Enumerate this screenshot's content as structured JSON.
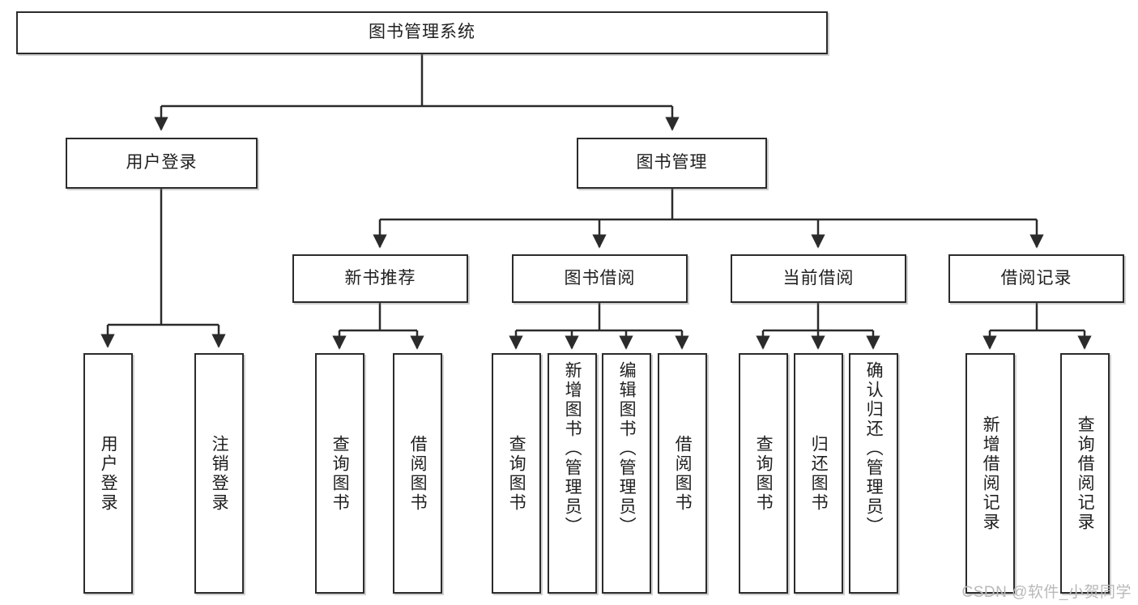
{
  "diagram": {
    "type": "tree",
    "title": "图书管理系统",
    "root": {
      "id": "root",
      "label": "图书管理系统"
    },
    "level2": [
      {
        "id": "user-login",
        "label": "用户登录"
      },
      {
        "id": "book-manage",
        "label": "图书管理"
      }
    ],
    "level3": [
      {
        "id": "new-book-rec",
        "label": "新书推荐"
      },
      {
        "id": "book-borrow",
        "label": "图书借阅"
      },
      {
        "id": "current-borrow",
        "label": "当前借阅"
      },
      {
        "id": "borrow-record",
        "label": "借阅记录"
      }
    ],
    "leaves": {
      "user_login": [
        {
          "id": "leaf-user-login",
          "label": "用户登录"
        },
        {
          "id": "leaf-logout",
          "label": "注销登录"
        }
      ],
      "new_book_rec": [
        {
          "id": "leaf-query-book-1",
          "label": "查询图书"
        },
        {
          "id": "leaf-borrow-book-1",
          "label": "借阅图书"
        }
      ],
      "book_borrow": [
        {
          "id": "leaf-query-book-2",
          "label": "查询图书"
        },
        {
          "id": "leaf-add-book",
          "label": "新增图书（管理员）"
        },
        {
          "id": "leaf-edit-book",
          "label": "编辑图书（管理员）"
        },
        {
          "id": "leaf-borrow-book-2",
          "label": "借阅图书"
        }
      ],
      "current_borrow": [
        {
          "id": "leaf-query-book-3",
          "label": "查询图书"
        },
        {
          "id": "leaf-return-book",
          "label": "归还图书"
        },
        {
          "id": "leaf-confirm-return",
          "label": "确认归还（管理员）"
        }
      ],
      "borrow_record": [
        {
          "id": "leaf-add-record",
          "label": "新增借阅记录"
        },
        {
          "id": "leaf-query-record",
          "label": "查询借阅记录"
        }
      ]
    }
  },
  "watermark": {
    "text": "CSDN @软件_小贺同学"
  },
  "colors": {
    "box_border": "#2b2b2b",
    "box_fill": "#ffffff",
    "connector": "#2b2b2b",
    "text": "#202020",
    "watermark": "#b9b9b9",
    "background": "#ffffff"
  }
}
